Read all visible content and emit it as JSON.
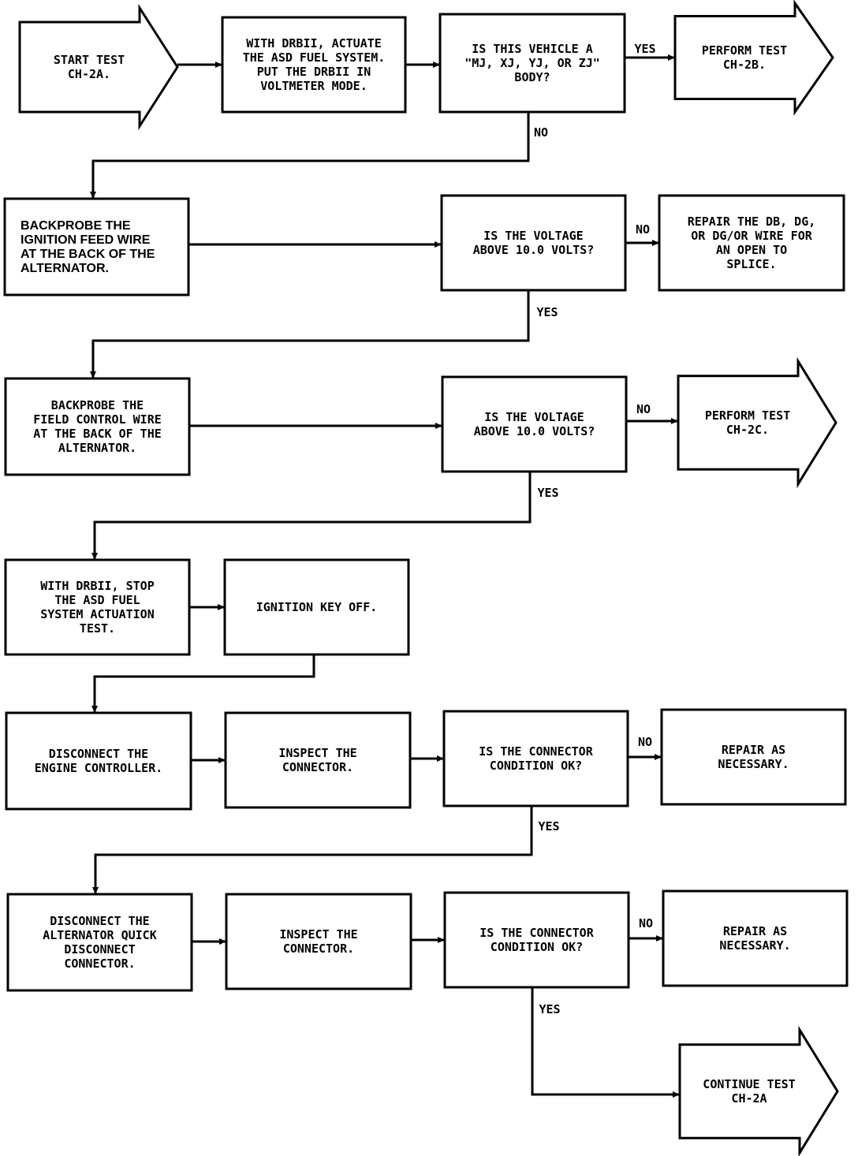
{
  "nodes": {
    "start": {
      "lines": [
        "START TEST",
        "CH-2A."
      ]
    },
    "drb_actuate": {
      "lines": [
        "WITH DRBII, ACTUATE",
        "THE ASD FUEL SYSTEM.",
        "PUT THE DRBII IN",
        "VOLTMETER MODE."
      ]
    },
    "q_body": {
      "lines": [
        "IS THIS VEHICLE A",
        "\"MJ, XJ, YJ, OR ZJ\"",
        "BODY?"
      ]
    },
    "test_2b": {
      "lines": [
        "PERFORM TEST",
        "CH-2B."
      ]
    },
    "bp_ign": {
      "lines": [
        "BACKPROBE THE",
        "IGNITION FEED WIRE",
        "AT THE BACK OF THE",
        "ALTERNATOR."
      ]
    },
    "q_volt1": {
      "lines": [
        "IS THE VOLTAGE",
        "ABOVE 10.0 VOLTS?"
      ]
    },
    "repair_db": {
      "lines": [
        "REPAIR THE DB, DG,",
        "OR DG/OR WIRE FOR",
        "AN OPEN TO",
        "SPLICE."
      ]
    },
    "bp_field": {
      "lines": [
        "BACKPROBE THE",
        "FIELD CONTROL WIRE",
        "AT THE BACK OF THE",
        "ALTERNATOR."
      ]
    },
    "q_volt2": {
      "lines": [
        "IS THE VOLTAGE",
        "ABOVE 10.0 VOLTS?"
      ]
    },
    "test_2c": {
      "lines": [
        "PERFORM TEST",
        "CH-2C."
      ]
    },
    "drb_stop": {
      "lines": [
        "WITH DRBII, STOP",
        "THE ASD FUEL",
        "SYSTEM ACTUATION",
        "TEST."
      ]
    },
    "key_off": {
      "lines": [
        "IGNITION KEY OFF."
      ]
    },
    "disc_eng": {
      "lines": [
        "DISCONNECT THE",
        "ENGINE CONTROLLER."
      ]
    },
    "insp1": {
      "lines": [
        "INSPECT THE",
        "CONNECTOR."
      ]
    },
    "q_conn1": {
      "lines": [
        "IS THE CONNECTOR",
        "CONDITION OK?"
      ]
    },
    "repair1": {
      "lines": [
        "REPAIR AS",
        "NECESSARY."
      ]
    },
    "disc_alt": {
      "lines": [
        "DISCONNECT THE",
        "ALTERNATOR QUICK",
        "DISCONNECT",
        "CONNECTOR."
      ]
    },
    "insp2": {
      "lines": [
        "INSPECT THE",
        "CONNECTOR."
      ]
    },
    "q_conn2": {
      "lines": [
        "IS THE CONNECTOR",
        "CONDITION OK?"
      ]
    },
    "repair2": {
      "lines": [
        "REPAIR AS",
        "NECESSARY."
      ]
    },
    "continue": {
      "lines": [
        "CONTINUE TEST",
        "CH-2A"
      ]
    }
  },
  "edge_labels": {
    "yes": "YES",
    "no": "NO"
  }
}
